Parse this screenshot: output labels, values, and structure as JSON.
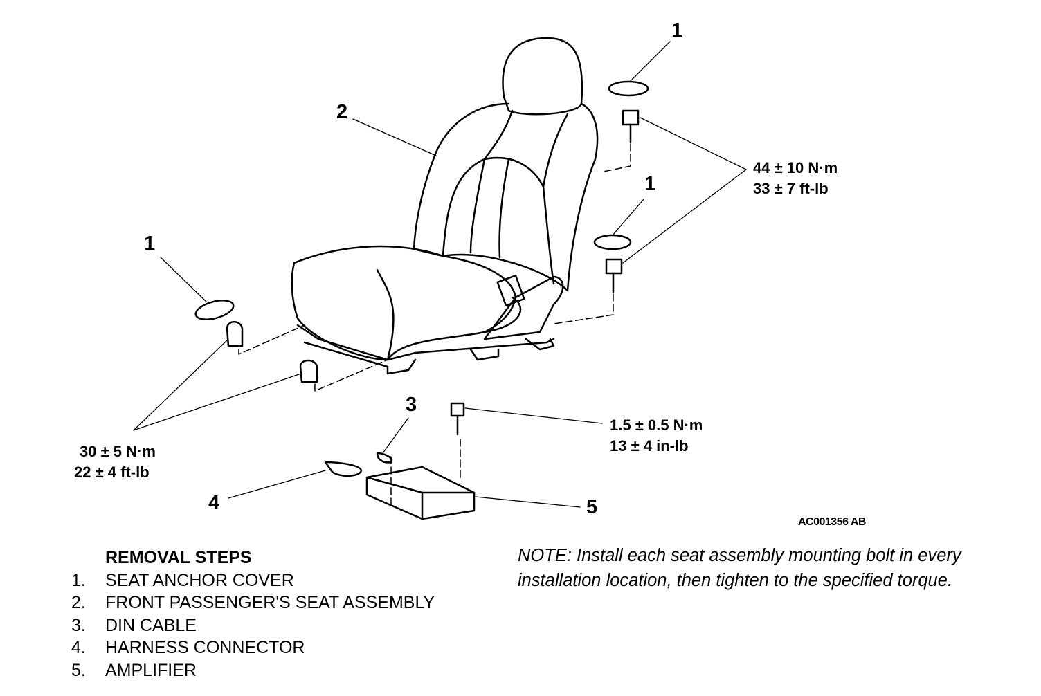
{
  "callouts": {
    "c1a": "1",
    "c1b": "1",
    "c1c": "1",
    "c2": "2",
    "c3": "3",
    "c4": "4",
    "c5": "5"
  },
  "torques": {
    "rear_bolt": {
      "metric": "44 ± 10 N·m",
      "imperial": "33 ± 7 ft-lb"
    },
    "front_bolt": {
      "metric": "30 ± 5 N·m",
      "imperial": "22 ± 4 ft-lb"
    },
    "amp_bolt": {
      "metric": "1.5 ± 0.5 N·m",
      "imperial": "13 ± 4 in-lb"
    }
  },
  "figure_code": "AC001356 AB",
  "removal": {
    "heading": "REMOVAL STEPS",
    "steps": [
      {
        "num": "1.",
        "label": "SEAT ANCHOR COVER"
      },
      {
        "num": "2.",
        "label": "FRONT PASSENGER'S SEAT ASSEMBLY"
      },
      {
        "num": "3.",
        "label": "DIN CABLE"
      },
      {
        "num": "4.",
        "label": "HARNESS CONNECTOR"
      },
      {
        "num": "5.",
        "label": "AMPLIFIER"
      }
    ]
  },
  "note": "NOTE: Install each seat assembly mounting bolt in every installation location, then tighten to the specified torque."
}
